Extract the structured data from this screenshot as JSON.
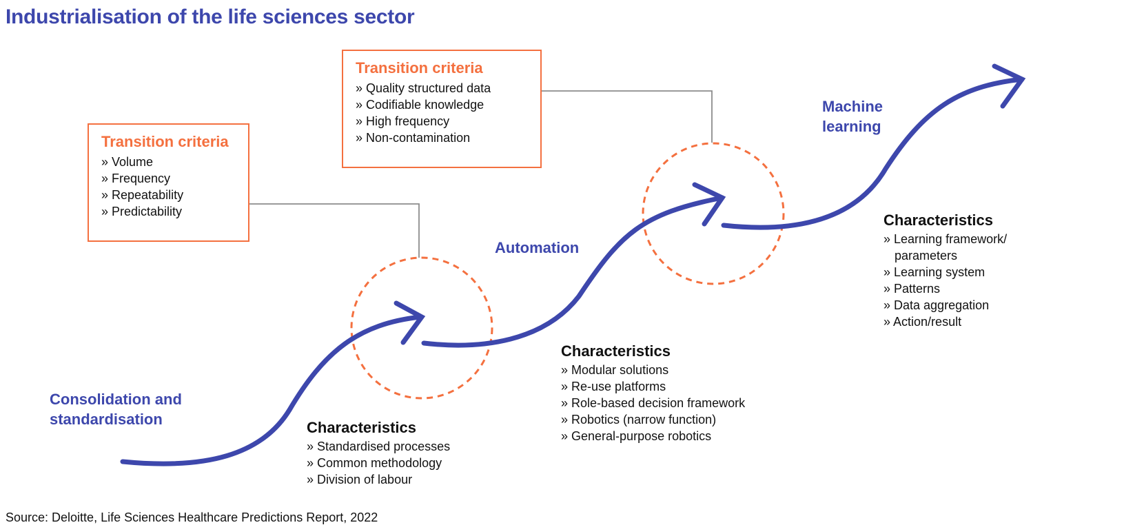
{
  "title": "Industrialisation of the life sciences sector",
  "colors": {
    "title": "#3d47ac",
    "arrow": "#3d47ac",
    "accent": "#f4703f",
    "connector": "#8c8c8c"
  },
  "transition_boxes": [
    {
      "title": "Transition criteria",
      "items": [
        "Volume",
        "Frequency",
        "Repeatability",
        "Predictability"
      ]
    },
    {
      "title": "Transition criteria",
      "items": [
        "Quality structured data",
        "Codifiable knowledge",
        "High frequency",
        "Non-contamination"
      ]
    }
  ],
  "stages": [
    {
      "label": "Consolidation and\nstandardisation"
    },
    {
      "label": "Automation"
    },
    {
      "label": "Machine\nlearning"
    }
  ],
  "characteristics": [
    {
      "title": "Characteristics",
      "items": [
        "Standardised processes",
        "Common methodology",
        "Division of labour"
      ]
    },
    {
      "title": "Characteristics",
      "items": [
        "Modular solutions",
        "Re-use platforms",
        "Role-based decision framework",
        "Robotics (narrow function)",
        "General-purpose robotics"
      ]
    },
    {
      "title": "Characteristics",
      "items": [
        "Learning framework/\nparameters",
        "Learning system",
        "Patterns",
        "Data aggregation",
        "Action/result"
      ]
    }
  ],
  "source": "Source: Deloitte, Life Sciences Healthcare Predictions Report, 2022"
}
